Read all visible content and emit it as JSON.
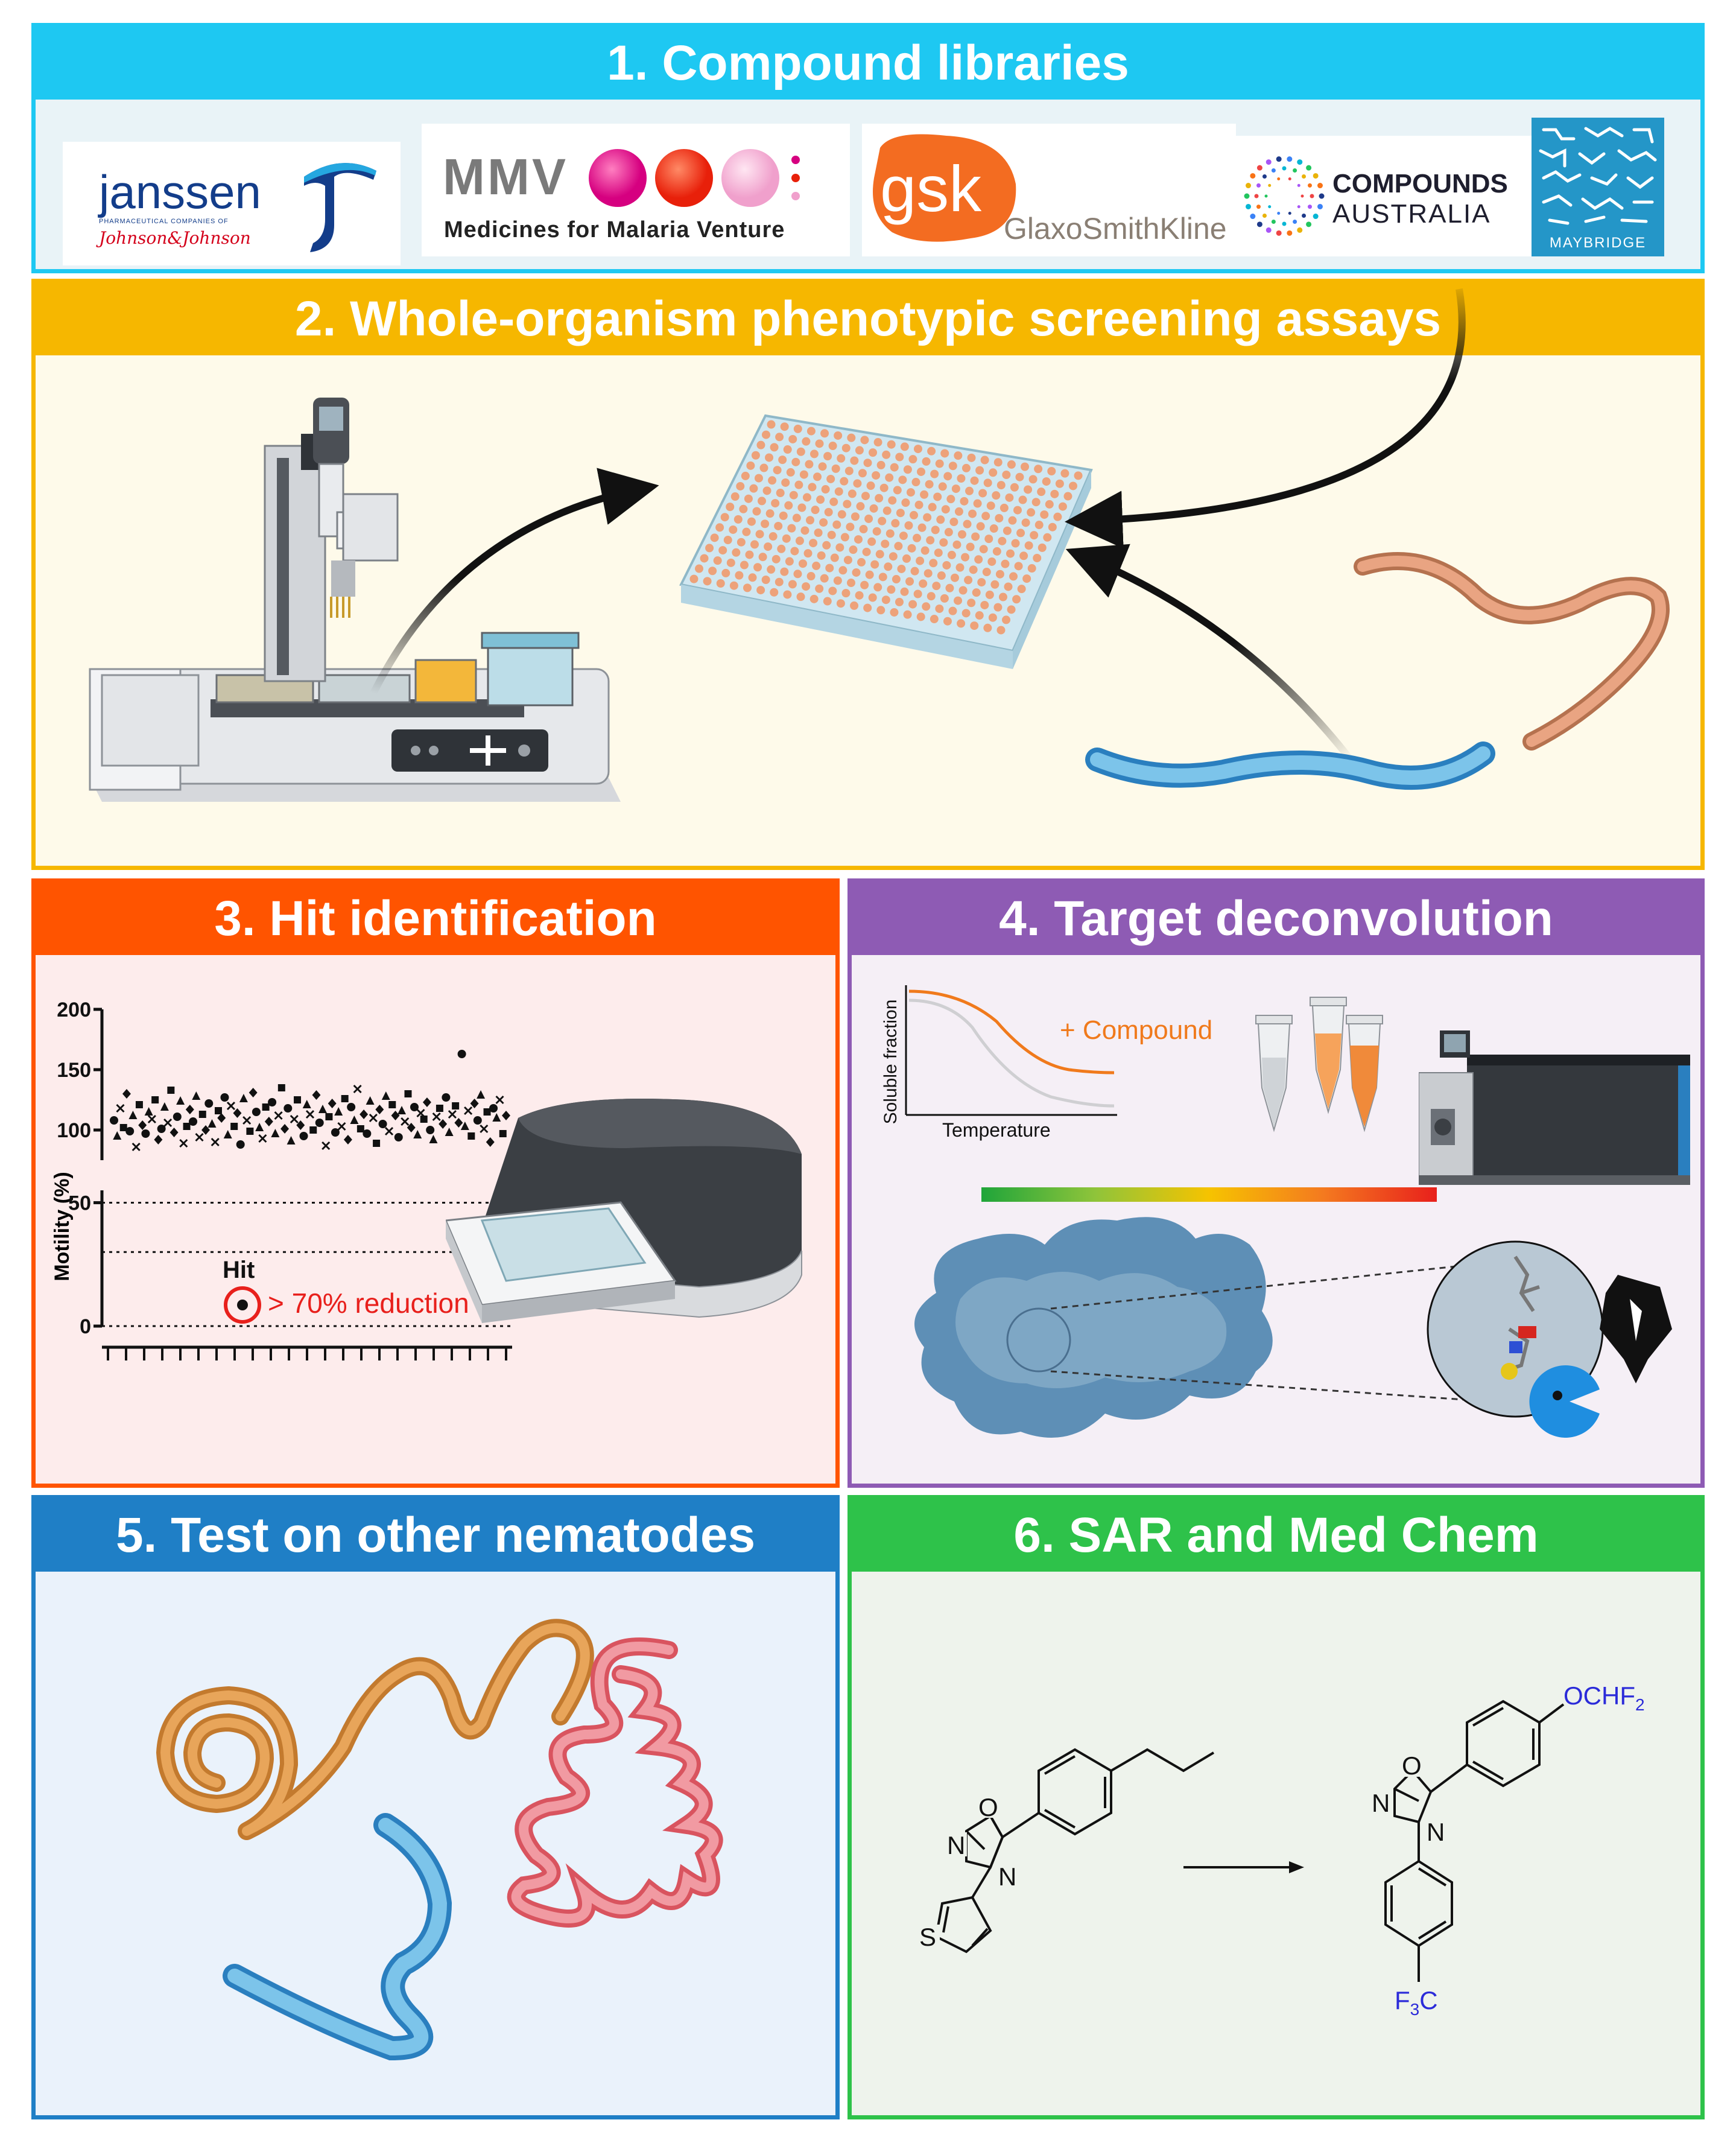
{
  "colors": {
    "panel1": "#1ec8f2",
    "panel2": "#f6b700",
    "panel3": "#ff5400",
    "panel4": "#8e5bb4",
    "panel5": "#1f7fc6",
    "panel6": "#2ec24a",
    "panel2_bg": "#fefaea",
    "panel3_bg": "#fdecec",
    "panel4_bg": "#f5eff6",
    "panel5_bg": "#eaf2fb",
    "panel6_bg": "#eef3ec",
    "hit_red": "#e8201c",
    "compound_orange": "#f07a1c"
  },
  "panel1": {
    "title": "1. Compound libraries",
    "logos": {
      "janssen": {
        "name": "janssen",
        "sub": "PHARMACEUTICAL COMPANIES OF",
        "parent": "Johnson&Johnson"
      },
      "mmv": {
        "name": "MMV",
        "sub": "Medicines for Malaria Venture"
      },
      "gsk": {
        "name": "gsk",
        "sub": "GlaxoSmithKline"
      },
      "compounds_australia": {
        "line1": "COMPOUNDS",
        "line2": "AUSTRALIA"
      },
      "maybridge": {
        "name": "MAYBRIDGE"
      }
    }
  },
  "panel2": {
    "title": "2. Whole-organism phenotypic screening assays"
  },
  "panel3": {
    "title": "3. Hit identification",
    "ylabel": "Motility (%)",
    "hit_label": "Hit",
    "reduction_label": "> 70% reduction"
  },
  "panel4": {
    "title": "4. Target deconvolution",
    "ylabel": "Soluble fraction",
    "xlabel": "Temperature",
    "compound_label": "+ Compound"
  },
  "panel5": {
    "title": "5. Test on other nematodes"
  },
  "panel6": {
    "title": "6. SAR and Med Chem",
    "atoms": {
      "o": "O",
      "n": "N",
      "s": "S",
      "ochf": "OCHF",
      "sub2": "2",
      "f3c_f": "F",
      "f3c_sub": "3",
      "f3c_c": "C"
    }
  },
  "chart_data": {
    "type": "scatter",
    "title": "",
    "xlabel": "",
    "ylabel": "Motility (%)",
    "y_ticks_upper": [
      100,
      150,
      200
    ],
    "y_ticks_lower": [
      0,
      50
    ],
    "ylim_upper": [
      75,
      200
    ],
    "ylim_lower": [
      0,
      55
    ],
    "reference_lines": [
      50,
      30,
      0
    ],
    "series": [
      {
        "values": [
          108,
          95,
          118,
          102,
          130,
          99,
          112,
          86,
          121,
          104,
          97,
          115,
          109,
          125,
          92,
          101,
          119,
          106,
          133,
          98,
          111,
          124,
          89,
          103,
          117,
          107,
          128,
          94,
          113,
          100,
          122,
          105,
          90,
          116,
          110,
          127,
          96,
          120,
          103,
          114,
          88,
          126,
          108,
          99,
          131,
          115,
          102,
          93,
          119,
          107,
          123,
          97,
          112,
          135,
          101,
          118,
          91,
          109,
          125,
          104,
          95,
          121,
          113,
          100,
          129,
          106,
          117,
          87,
          111,
          122,
          98,
          115,
          103,
          126,
          92,
          119,
          108,
          134,
          101,
          113,
          97,
          124,
          110,
          89,
          117,
          105,
          128,
          99,
          121,
          112,
          94,
          116,
          107,
          130,
          102,
          119,
          96,
          114,
          109,
          123,
          100,
          92,
          111,
          118,
          105,
          127,
          98,
          113,
          120,
          106,
          163,
          103,
          116,
          95,
          122,
          108,
          129,
          101,
          115,
          90,
          118,
          110,
          125,
          97,
          112
        ]
      },
      {
        "name": "Hit",
        "values": [
          7
        ]
      }
    ]
  }
}
